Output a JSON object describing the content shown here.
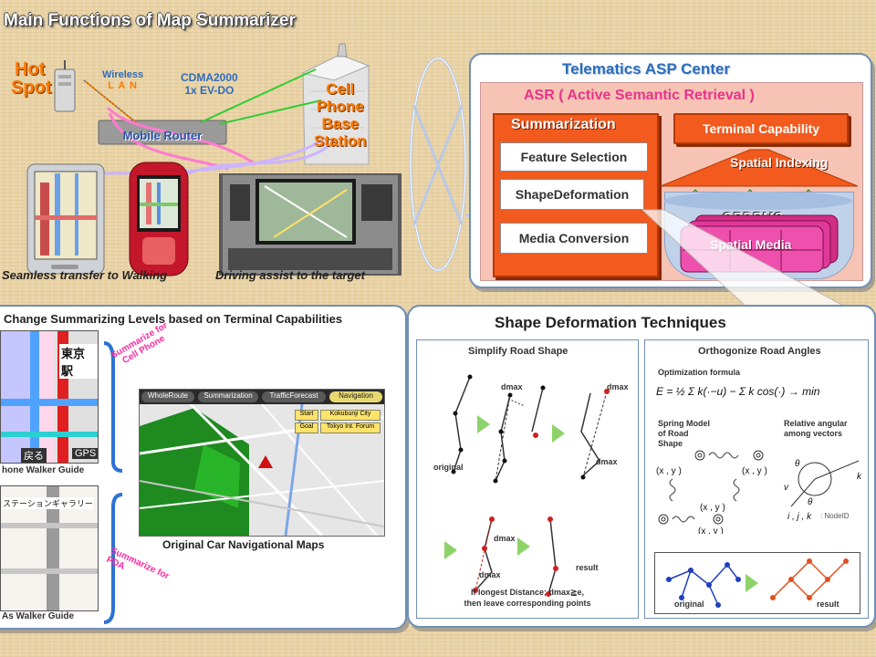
{
  "slide": {
    "title": "Main Functions of Map Summarizer"
  },
  "top_left": {
    "hotspot_line1": "Hot",
    "hotspot_line2": "Spot",
    "wireless_line1": "Wireless",
    "wireless_line2": "L A N",
    "cdma_line1": "CDMA2000",
    "cdma_line2": "1x EV-DO",
    "station_line1": "Cell",
    "station_line2": "Phone",
    "station_line3": "Base",
    "station_line4": "Station",
    "router_label": "Mobile Router",
    "caption_walking": "Seamless transfer to Walking",
    "caption_driving": "Driving assist to the target"
  },
  "asp": {
    "title": "Telematics ASP Center",
    "asr_title": "ASR ( Active Semantic Retrieval )",
    "summarization": "Summarization",
    "feature_selection": "Feature Selection",
    "shape_deformation": "ShapeDeformation",
    "media_conversion": "Media Conversion",
    "terminal_capability": "Terminal Capability",
    "spatial_indexing": "Spatial Indexing",
    "ordbms": "ORDBMS",
    "spatial_media": "Spatial Media"
  },
  "bottom_left": {
    "title": "Change Summarizing Levels based on Terminal Capabilities",
    "phone_caption": "hone Walker Guide",
    "pda_caption": "As Walker Guide",
    "map_caption": "Original Car Navigational Maps",
    "summ_cell_line1": "Summarize for",
    "summ_cell_line2": "Cell Phone",
    "summ_pda_line1": "Summarize for",
    "summ_pda_line2": "PDA",
    "phone_kanji": "東京駅",
    "phone_back": "戻る",
    "phone_gps": "GPS",
    "pda_station": "ステーションギャラリー",
    "nav_tabs": [
      "WholeRoute",
      "Summarization",
      "TrafficForecast",
      "Navigation"
    ],
    "nav_start": "Start",
    "nav_start_val": "Kokubunji City",
    "nav_goal": "Goal",
    "nav_goal_val": "Tokyo Int. Forum"
  },
  "bottom_right": {
    "title": "Shape Deformation Techniques",
    "simplify_title": "Simplify Road Shape",
    "dmax": "dmax",
    "original": "original",
    "result": "result",
    "condition_line1": "If longest Distance; dmax≧e,",
    "condition_line2": "then leave corresponding points",
    "orthogonize_title": "Orthogonize Road Angles",
    "optimization_formula": "Optimization formula",
    "spring_line1": "Spring Model",
    "spring_line2": "of Road",
    "spring_line3": "Shape",
    "relative_line1": "Relative angular",
    "relative_line2": "among vectors",
    "node_id": ": NodeID"
  },
  "colors": {
    "orange": "#ff7a00",
    "summarization_bg": "#f25a1e",
    "magenta": "#e8338a",
    "panel_border": "#6f8fb8",
    "asr_bg": "#f7c3b4"
  }
}
